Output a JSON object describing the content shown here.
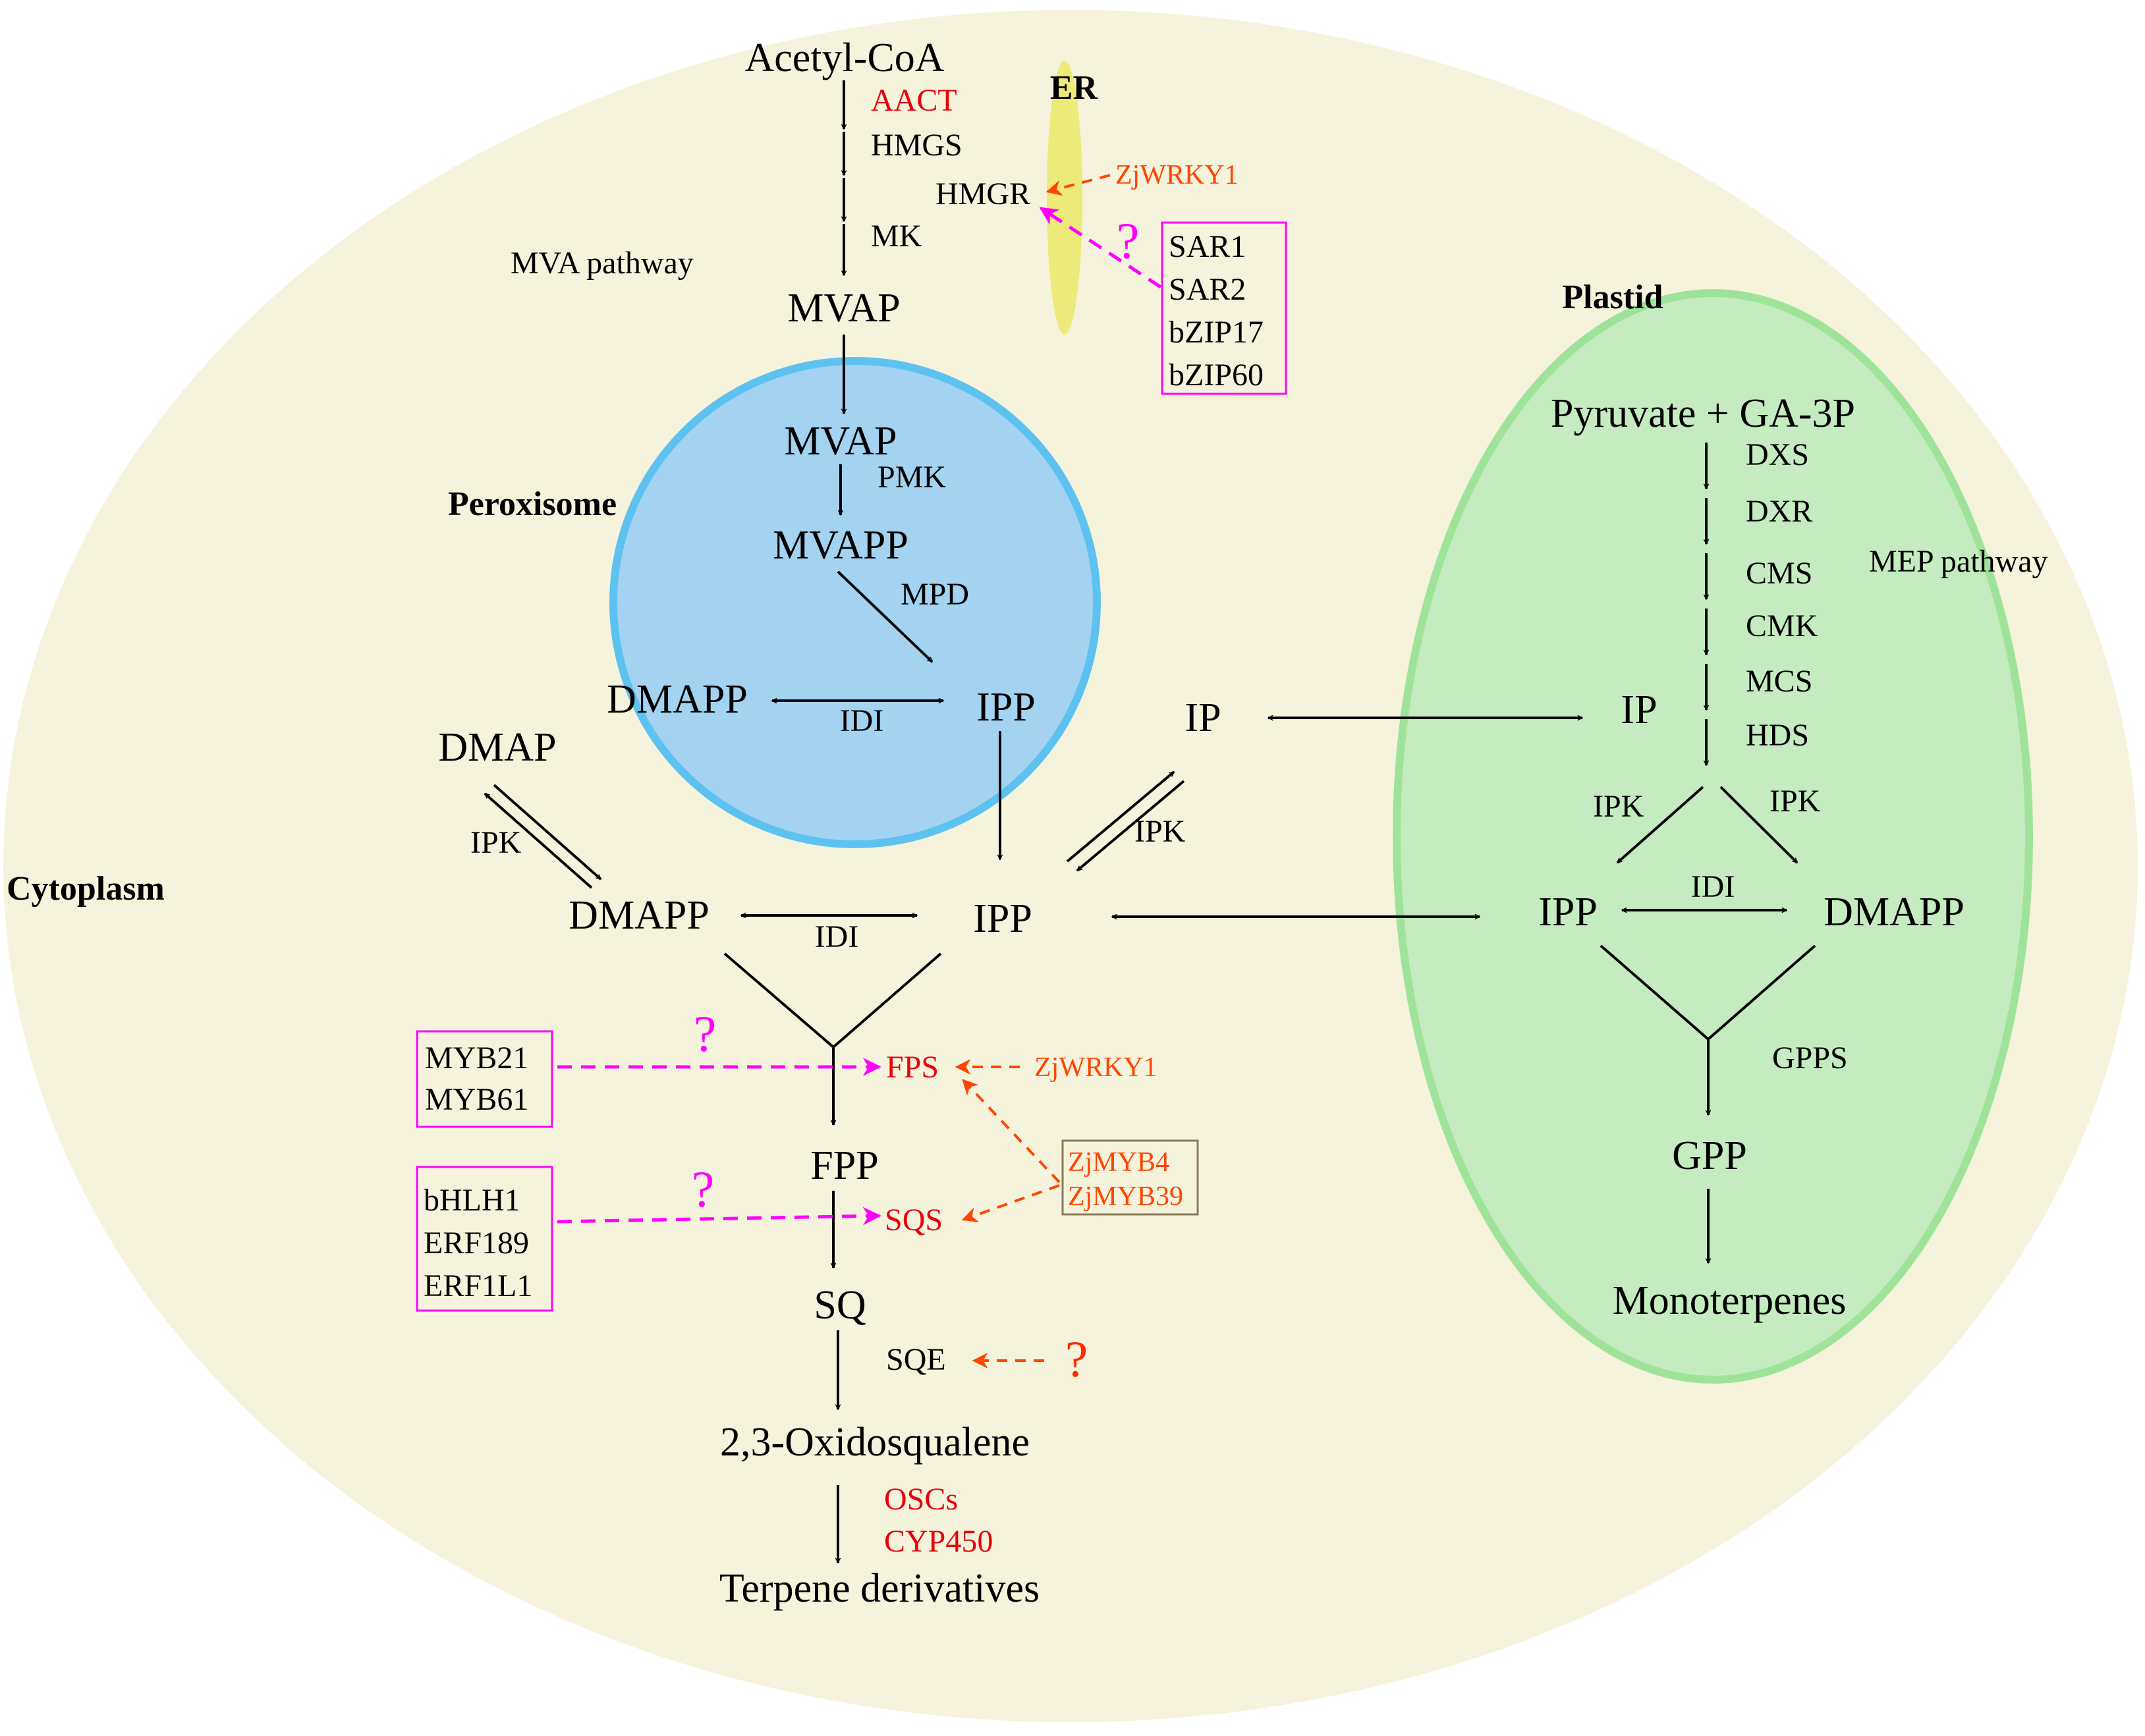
{
  "compartments": {
    "er": "ER",
    "plastid": "Plastid",
    "peroxisome": "Peroxisome",
    "cytoplasm": "Cytoplasm"
  },
  "pathway_labels": {
    "mva": "MVA pathway",
    "mep": "MEP pathway"
  },
  "metabolites": {
    "acetyl_coa": "Acetyl-CoA",
    "mvap_cyto": "MVAP",
    "mvap_perox": "MVAP",
    "mvapp": "MVAPP",
    "dmapp_perox": "DMAPP",
    "ipp_perox": "IPP",
    "dmap": "DMAP",
    "ip_cyto": "IP",
    "ip_plastid": "IP",
    "dmapp_cyto": "DMAPP",
    "ipp_cyto": "IPP",
    "fpp": "FPP",
    "sq": "SQ",
    "oxidosqualene": "2,3-Oxidosqualene",
    "terpene_derivatives": "Terpene derivatives",
    "pyruvate_ga3p": "Pyruvate + GA-3P",
    "ipp_plastid": "IPP",
    "dmapp_plastid": "DMAPP",
    "gpp": "GPP",
    "monoterpenes": "Monoterpenes"
  },
  "enzymes": {
    "aact": "AACT",
    "hmgs": "HMGS",
    "hmgr": "HMGR",
    "mk": "MK",
    "pmk": "PMK",
    "mpd": "MPD",
    "idi_perox": "IDI",
    "ipk_dmap": "IPK",
    "ipk_ip": "IPK",
    "idi_cyto": "IDI",
    "fps": "FPS",
    "sqs": "SQS",
    "sqe": "SQE",
    "oscs": "OSCs",
    "cyp450": "CYP450",
    "dxs": "DXS",
    "dxr": "DXR",
    "cms": "CMS",
    "cmk": "CMK",
    "mcs": "MCS",
    "hds": "HDS",
    "ipk_plastid_left": "IPK",
    "ipk_plastid_right": "IPK",
    "idi_plastid": "IDI",
    "gpps": "GPPS"
  },
  "regulators": {
    "zjwrky1_hmgr": "ZjWRKY1",
    "zjwrky1_fps": "ZjWRKY1",
    "er_box": [
      "SAR1",
      "SAR2",
      "bZIP17",
      "bZIP60"
    ],
    "myb_box": [
      "MYB21",
      "MYB61"
    ],
    "bhlh_box": [
      "bHLH1",
      "ERF189",
      "ERF1L1"
    ],
    "zjmyb_box": [
      "ZjMYB4",
      "ZjMYB39"
    ],
    "unknown": "?"
  },
  "colors": {
    "cytoplasm_fill": "#f6f3dc",
    "peroxisome_fill": "#a3d3f1",
    "peroxisome_border": "#5ec2f0",
    "plastid_fill": "#c5ecc0",
    "plastid_border": "#9fe39a",
    "er_fill": "#ecea79",
    "magenta": "#ff00ff",
    "red": "#e8000b",
    "orange": "#ff4500"
  }
}
